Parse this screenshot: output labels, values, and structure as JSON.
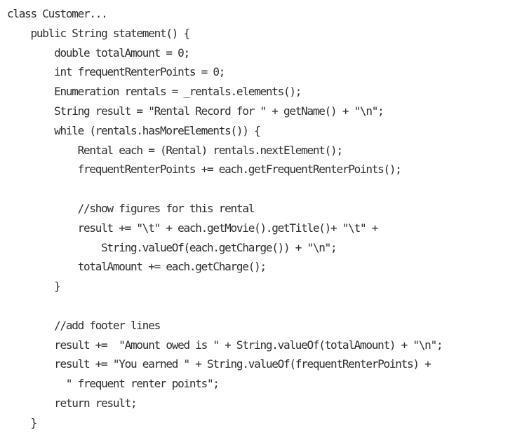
{
  "code": {
    "lines": [
      "class Customer...",
      "    public String statement() {",
      "        double totalAmount = 0;",
      "        int frequentRenterPoints = 0;",
      "        Enumeration rentals = _rentals.elements();",
      "        String result = \"Rental Record for \" + getName() + \"\\n\";",
      "        while (rentals.hasMoreElements()) {",
      "            Rental each = (Rental) rentals.nextElement();",
      "            frequentRenterPoints += each.getFrequentRenterPoints();",
      "",
      "            //show figures for this rental",
      "            result += \"\\t\" + each.getMovie().getTitle()+ \"\\t\" +",
      "                String.valueOf(each.getCharge()) + \"\\n\";",
      "            totalAmount += each.getCharge();",
      "        }",
      "",
      "        //add footer lines",
      "        result +=  \"Amount owed is \" + String.valueOf(totalAmount) + \"\\n\";",
      "        result += \"You earned \" + String.valueOf(frequentRenterPoints) +",
      "          \" frequent renter points\";",
      "        return result;",
      "    }"
    ]
  }
}
